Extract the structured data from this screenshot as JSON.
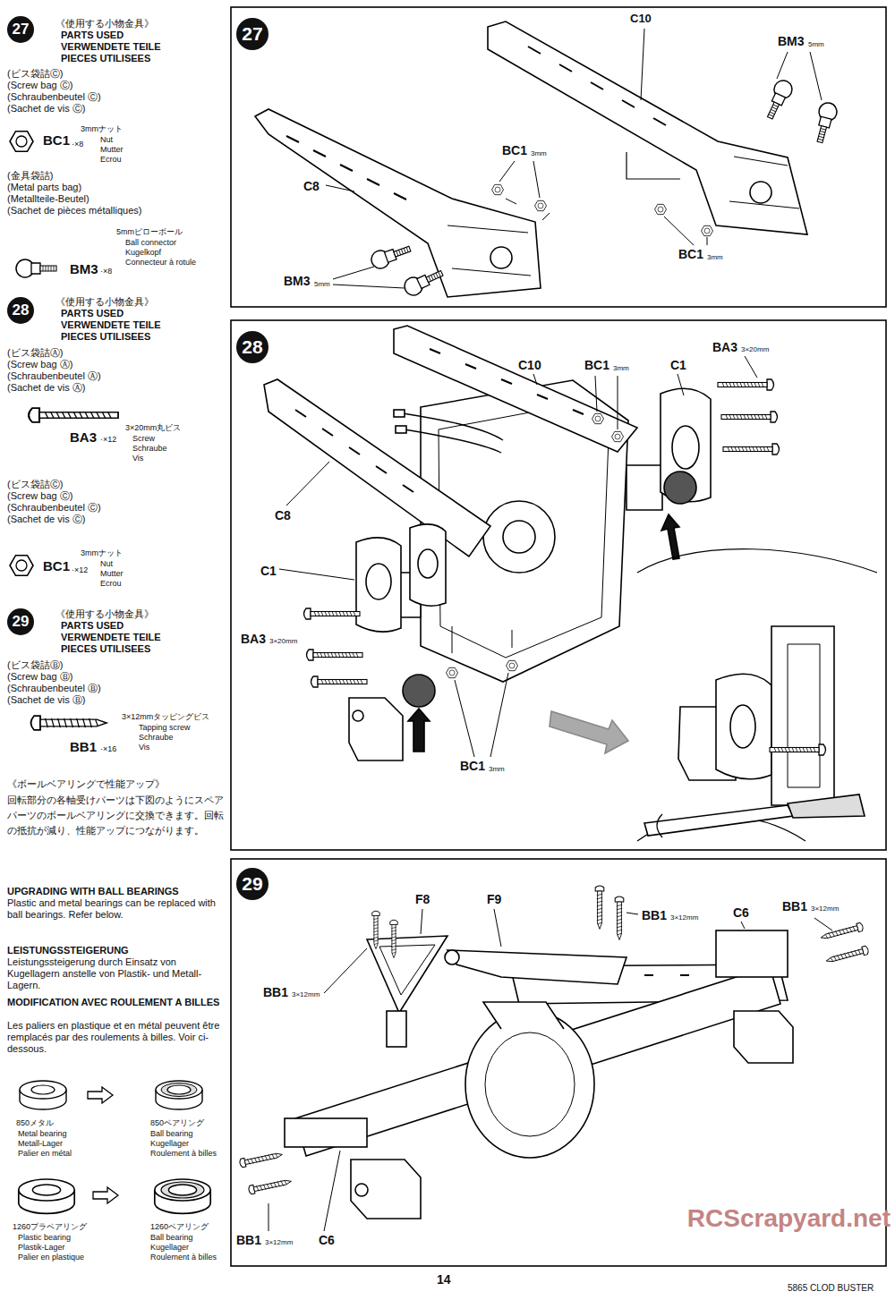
{
  "diagram": {
    "nodes": [
      {
        "text": [
          "27"
        ]
      },
      {
        "text": [
          "27"
        ]
      },
      {
        "text": [
          "28"
        ]
      },
      {
        "text": [
          "28"
        ]
      },
      {
        "text": [
          "29"
        ]
      },
      {
        "text": [
          "29"
        ]
      }
    ],
    "labels": [
      "《使用する小物金具》",
      "PARTS USED",
      "VERWENDETE TEILE",
      "PIECES UTILISEES",
      "(ビス袋詰Ⓒ)",
      "(Screw bag Ⓒ)",
      "(Schraubenbeutel Ⓒ)",
      "(Sachet de vis Ⓒ)",
      "BC1",
      "·×8",
      "3mmナット",
      "Nut",
      "Mutter",
      "Ecrou",
      "(金具袋詰)",
      "(Metal parts bag)",
      "(Metallteile-Beutel)",
      "(Sachet de pièces métalliques)",
      "5mmピローボール",
      "Ball connector",
      "Kugelkopf",
      "Connecteur à rotule",
      "BM3",
      "·×8",
      "《使用する小物金具》",
      "PARTS USED",
      "VERWENDETE TEILE",
      "PIECES UTILISEES",
      "(ビス袋詰Ⓐ)",
      "(Screw bag Ⓐ)",
      "(Schraubenbeutel Ⓐ)",
      "(Sachet de vis Ⓐ)",
      "BA3",
      "·×12",
      "3×20mm丸ビス",
      "Screw",
      "Schraube",
      "Vis",
      "(ビス袋詰Ⓒ)",
      "(Screw bag Ⓒ)",
      "(Schraubenbeutel Ⓒ)",
      "(Sachet de vis Ⓒ)",
      "BC1",
      "·×12",
      "3mmナット",
      "Nut",
      "Mutter",
      "Ecrou",
      "《使用する小物金具》",
      "PARTS USED",
      "VERWENDETE TEILE",
      "PIECES UTILISEES",
      "(ビス袋詰Ⓑ)",
      "(Screw bag Ⓑ)",
      "(Schraubenbeutel Ⓑ)",
      "(Sachet de vis Ⓑ)",
      "BB1",
      "·×16",
      "3×12mmタッピングビス",
      "Tapping screw",
      "Schraube",
      "Vis",
      "《ボールベアリングで性能アップ》",
      "回転部分の各軸受けパーツは下図のようにスペアパーツのボールベアリングに交換できます。回転の抵抗が減り、性能アップにつながります。",
      "UPGRADING WITH BALL BEARINGS",
      "Plastic and metal bearings can be replaced with ball bearings. Refer below.",
      "LEISTUNGSSTEIGERUNG",
      "Leistungssteigerung durch Einsatz von Kugellagern anstelle von Plastik- und Metall-Lagern.",
      "MODIFICATION AVEC ROULEMENT A BILLES",
      "Les paliers en plastique et en métal peuvent être remplacés par des roulements à billes. Voir ci-dessous.",
      "850メタル",
      "Metal bearing",
      "Metall-Lager",
      "Palier en métal",
      "850ベアリング",
      "Ball bearing",
      "Kugellager",
      "Roulement à billes",
      "1260プラベアリング",
      "Plastic bearing",
      "Plastik-Lager",
      "Palier en plastique",
      "1260ベアリング",
      "Ball bearing",
      "Kugellager",
      "Roulement à billes",
      "C10",
      "BM3",
      "5mm",
      "BC1",
      "3mm",
      "C8",
      "BC1",
      "3mm",
      "BM3",
      "5mm",
      "C10",
      "BC1",
      "3mm",
      "C1",
      "BA3",
      "3×20mm",
      "C8",
      "C1",
      "BA3",
      "3×20mm",
      "BC1",
      "3mm",
      "F8",
      "F9",
      "BB1",
      "3×12mm",
      "C6",
      "BB1",
      "3×12mm",
      "BB1",
      "3×12mm",
      "BB1",
      "3×12mm",
      "C6",
      "14",
      "5865 CLOD BUSTER",
      "RCScrapyard.net"
    ]
  }
}
